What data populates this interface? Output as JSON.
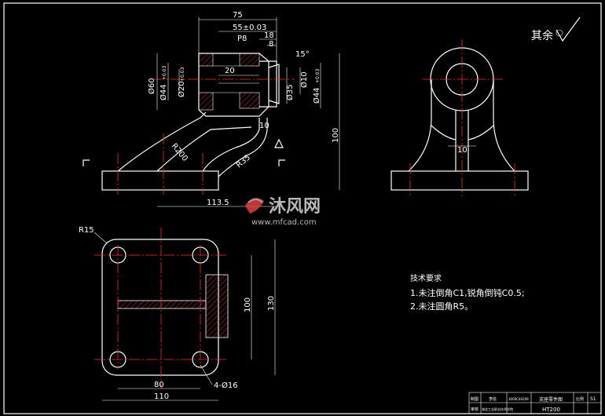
{
  "front_view": {
    "dims": {
      "overall_length": "75",
      "d55": "55±0.03",
      "p8": "P8",
      "d18": "18",
      "d8": "8",
      "angle": "15°",
      "d20": "20",
      "d60": "Ø60",
      "d44": "Ø44",
      "d44_tol": "+0.03",
      "d20h": "Ø20",
      "d20h_tol": "+0.03",
      "d35": "Ø35",
      "d10": "Ø10",
      "d44r": "Ø44",
      "d44r_tol": "+0.03",
      "t10": "10",
      "r200": "R200",
      "r35": "R35",
      "h100": "100",
      "base_len": "113.5"
    }
  },
  "side_view": {
    "dims": {
      "w10": "10"
    }
  },
  "top_view": {
    "dims": {
      "r15": "R15",
      "h100": "100",
      "h130": "130",
      "w80": "80",
      "w110": "110",
      "holes": "4-Ø16"
    }
  },
  "roughness_note": "其余",
  "tech_requirements": {
    "title": "技术要求",
    "items": [
      "1.未注倒角C1,锐角倒钝C0.5;",
      "2.未注圆角R5。"
    ]
  },
  "title_block": {
    "drawing_name": "支座零件图",
    "material": "HT200",
    "col1": "制图",
    "col2": "审核",
    "name1": "李信",
    "code": "3000C40209",
    "school": "湖北工业职业技术学院",
    "sheet": "S1",
    "sheet_label": "比例"
  },
  "watermark": {
    "brand": "沐风网",
    "url": "www.mfcad.com"
  }
}
